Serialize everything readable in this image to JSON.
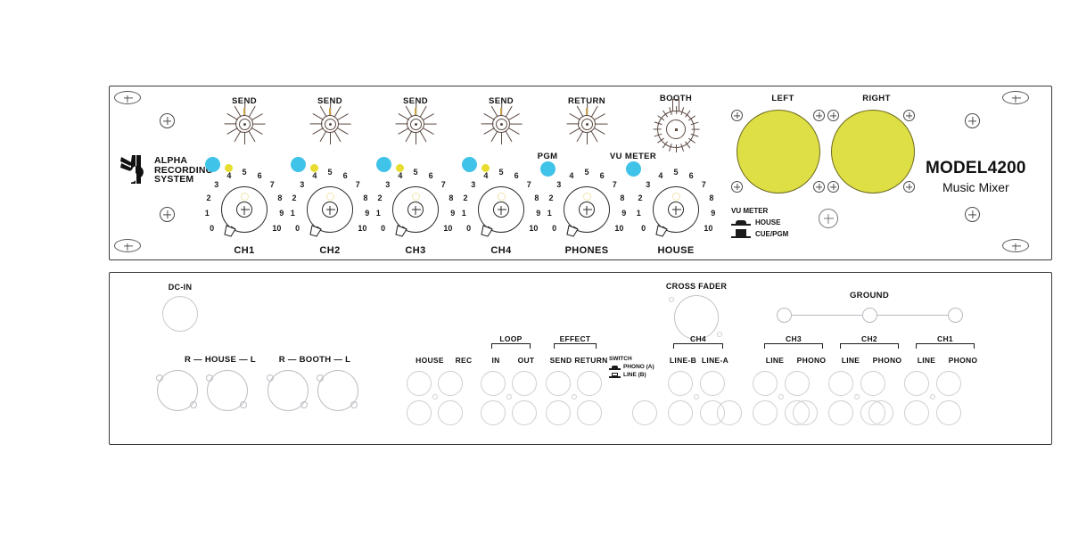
{
  "product": {
    "model": "MODEL4200",
    "subtitle": "Music Mixer",
    "brand_line1": "ALPHA",
    "brand_line2": "RECORDING",
    "brand_line3": "SYSTEM"
  },
  "front": {
    "send_label": "SEND",
    "return_label": "RETURN",
    "booth_label": "BOOTH",
    "pgm_label": "PGM",
    "vu_meter_label": "VU METER",
    "vu_left": "LEFT",
    "vu_right": "RIGHT",
    "scale": [
      "0",
      "1",
      "2",
      "3",
      "4",
      "5",
      "6",
      "7",
      "8",
      "9",
      "10"
    ],
    "channels": [
      {
        "name": "CH1",
        "top_label": "SEND"
      },
      {
        "name": "CH2",
        "top_label": "SEND"
      },
      {
        "name": "CH3",
        "top_label": "SEND"
      },
      {
        "name": "CH4",
        "top_label": "SEND"
      },
      {
        "name": "PHONES",
        "top_label": "RETURN"
      },
      {
        "name": "HOUSE",
        "top_label": "BOOTH"
      }
    ],
    "vu_switch": {
      "title": "VU METER",
      "option_a": "HOUSE",
      "option_b": "CUE/PGM"
    }
  },
  "rear": {
    "dc_in": "DC-IN",
    "house_out": "R — HOUSE — L",
    "booth_out": "R — BOOTH — L",
    "house_label": "HOUSE",
    "rec_label": "REC",
    "loop_label": "LOOP",
    "loop_in": "IN",
    "loop_out": "OUT",
    "effect_label": "EFFECT",
    "effect_send": "SEND",
    "effect_return": "RETURN",
    "switch_title": "SWITCH",
    "switch_phono": "PHONO (A)",
    "switch_line": "LINE (B)",
    "cross_fader": "CROSS FADER",
    "ch4_label": "CH4",
    "ch4_line_b": "LINE-B",
    "ch4_line_a": "LINE-A",
    "ground_label": "GROUND",
    "input_groups": [
      {
        "name": "CH3",
        "line": "LINE",
        "phono": "PHONO"
      },
      {
        "name": "CH2",
        "line": "LINE",
        "phono": "PHONO"
      },
      {
        "name": "CH1",
        "line": "LINE",
        "phono": "PHONO"
      }
    ]
  },
  "colors": {
    "led_blue": "#3fc3e8",
    "led_yellow": "#e8dd2e",
    "vu_face": "#dede45",
    "panel_border": "#3a3a3a"
  }
}
